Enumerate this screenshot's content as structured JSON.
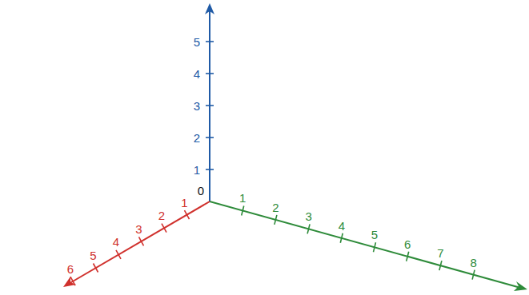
{
  "diagram": {
    "labels": [
      "1",
      "2",
      "3",
      "4",
      "5",
      "0",
      "1",
      "2",
      "3",
      "4",
      "5",
      "6",
      "7",
      "8",
      "1",
      "2",
      "3",
      "4",
      "5",
      "6"
    ]
  }
}
